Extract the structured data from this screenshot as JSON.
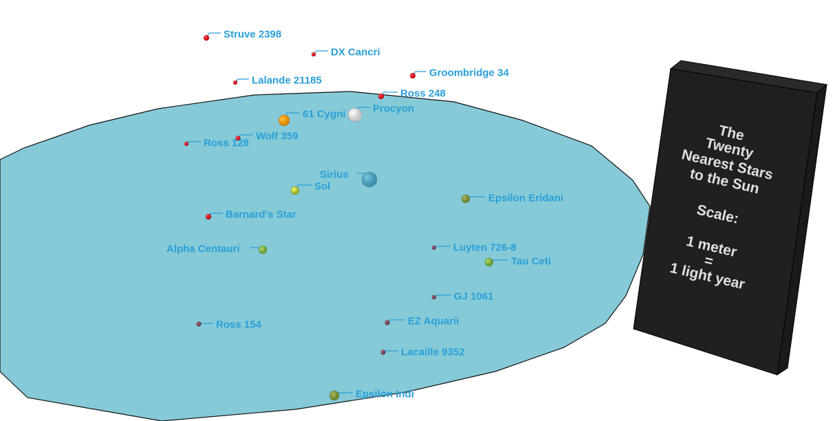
{
  "sign": {
    "title_lines": [
      "The",
      "Twenty",
      "Nearest Stars",
      "to the Sun"
    ],
    "scale_label": "Scale:",
    "scale_lines": [
      "1 meter",
      "=",
      "1 light year"
    ]
  },
  "colors": {
    "disk": "#86cad8",
    "label": "#2a9fd8",
    "sign_face": "#202020",
    "red_dwarf": "#e8141c",
    "dim_dwarf": "#8a4a5e"
  },
  "stars": [
    {
      "name": "Struve 2398",
      "type": "red"
    },
    {
      "name": "DX Cancri",
      "type": "red"
    },
    {
      "name": "Lalande 21185",
      "type": "red"
    },
    {
      "name": "Groombridge 34",
      "type": "red"
    },
    {
      "name": "Ross 248",
      "type": "red"
    },
    {
      "name": "61 Cygni",
      "type": "orange"
    },
    {
      "name": "Procyon",
      "type": "white"
    },
    {
      "name": "Wolf 359",
      "type": "red"
    },
    {
      "name": "Ross 128",
      "type": "red"
    },
    {
      "name": "Sirius",
      "type": "blue"
    },
    {
      "name": "Sol",
      "type": "yellow"
    },
    {
      "name": "Epsilon Eridani",
      "type": "olive"
    },
    {
      "name": "Barnard's Star",
      "type": "red"
    },
    {
      "name": "Alpha Centauri",
      "type": "green"
    },
    {
      "name": "Luyten 726-8",
      "type": "dim"
    },
    {
      "name": "Tau Ceti",
      "type": "green"
    },
    {
      "name": "GJ 1061",
      "type": "dim"
    },
    {
      "name": "EZ Aquarii",
      "type": "dim"
    },
    {
      "name": "Ross 154",
      "type": "dim"
    },
    {
      "name": "Lacaille 9352",
      "type": "dim"
    },
    {
      "name": "Epsilon Indi",
      "type": "olive"
    }
  ]
}
